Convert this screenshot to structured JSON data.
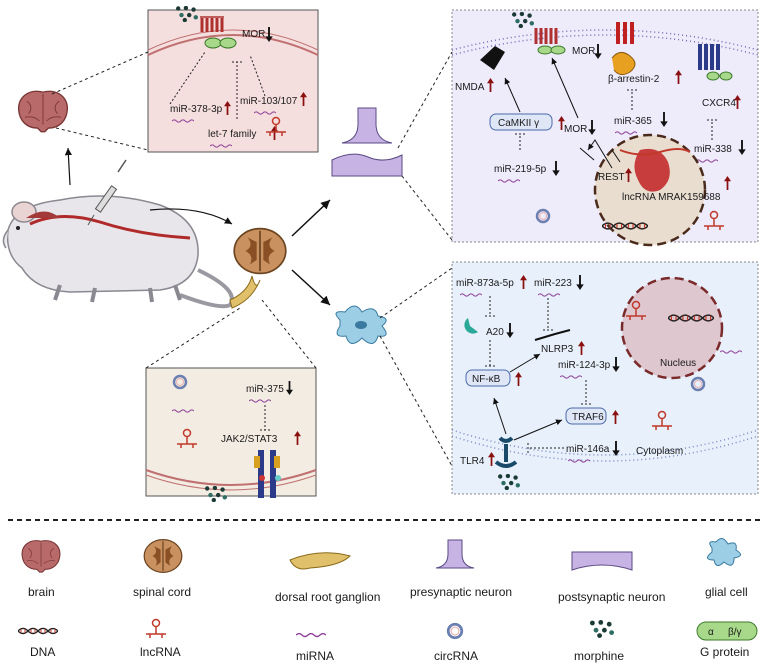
{
  "brain_panel": {
    "mir_378": "miR-378-3p",
    "mir_103": "miR-103/107",
    "let7": "let-7 family",
    "mor": "MOR"
  },
  "neuron_panel": {
    "nmda": "NMDA",
    "mor_top": "MOR",
    "arrestin": "β-arrestin-2",
    "cxcr4": "CXCR4",
    "camkii": "CaMKII γ",
    "mor_mid": "MOR",
    "mir_365": "miR-365",
    "mir_338": "miR-338",
    "mir_219": "miR-219-5p",
    "rest": "REST",
    "lncrna": "lncRNA MRAK159688"
  },
  "glia_panel": {
    "mir_873": "miR-873a-5p",
    "mir_223": "miR-223",
    "a20": "A20",
    "nlrp3": "NLRP3",
    "nfkb": "NF-κB",
    "mir_124": "miR-124-3p",
    "traf6": "TRAF6",
    "mir_146": "miR-146a",
    "tlr4": "TLR4",
    "nucleus": "Nucleus",
    "cytoplasm": "Cytoplasm"
  },
  "drg_panel": {
    "mir_375": "miR-375",
    "jak": "JAK2/STAT3"
  },
  "g_protein": {
    "alpha": "α",
    "beta": "β/γ"
  },
  "legend": {
    "brain": "brain",
    "spinal_cord": "spinal cord",
    "drg": "dorsal root ganglion",
    "presynaptic": "presynaptic neuron",
    "postsynaptic": "postsynaptic neuron",
    "glial": "glial cell",
    "dna": "DNA",
    "lncrna": "lncRNA",
    "mirna": "miRNA",
    "circrna": "circRNA",
    "morphine": "morphine",
    "gprotein": "G protein"
  },
  "colors": {
    "up_arrow": "#8b1010",
    "brain_bg": "#f5dede",
    "neuron_bg": "#eeebfb",
    "glia_bg": "#e8f1fb",
    "drg_bg": "#f3ece2",
    "mirna": "#8f3f98",
    "lncrna": "#c0392b"
  }
}
